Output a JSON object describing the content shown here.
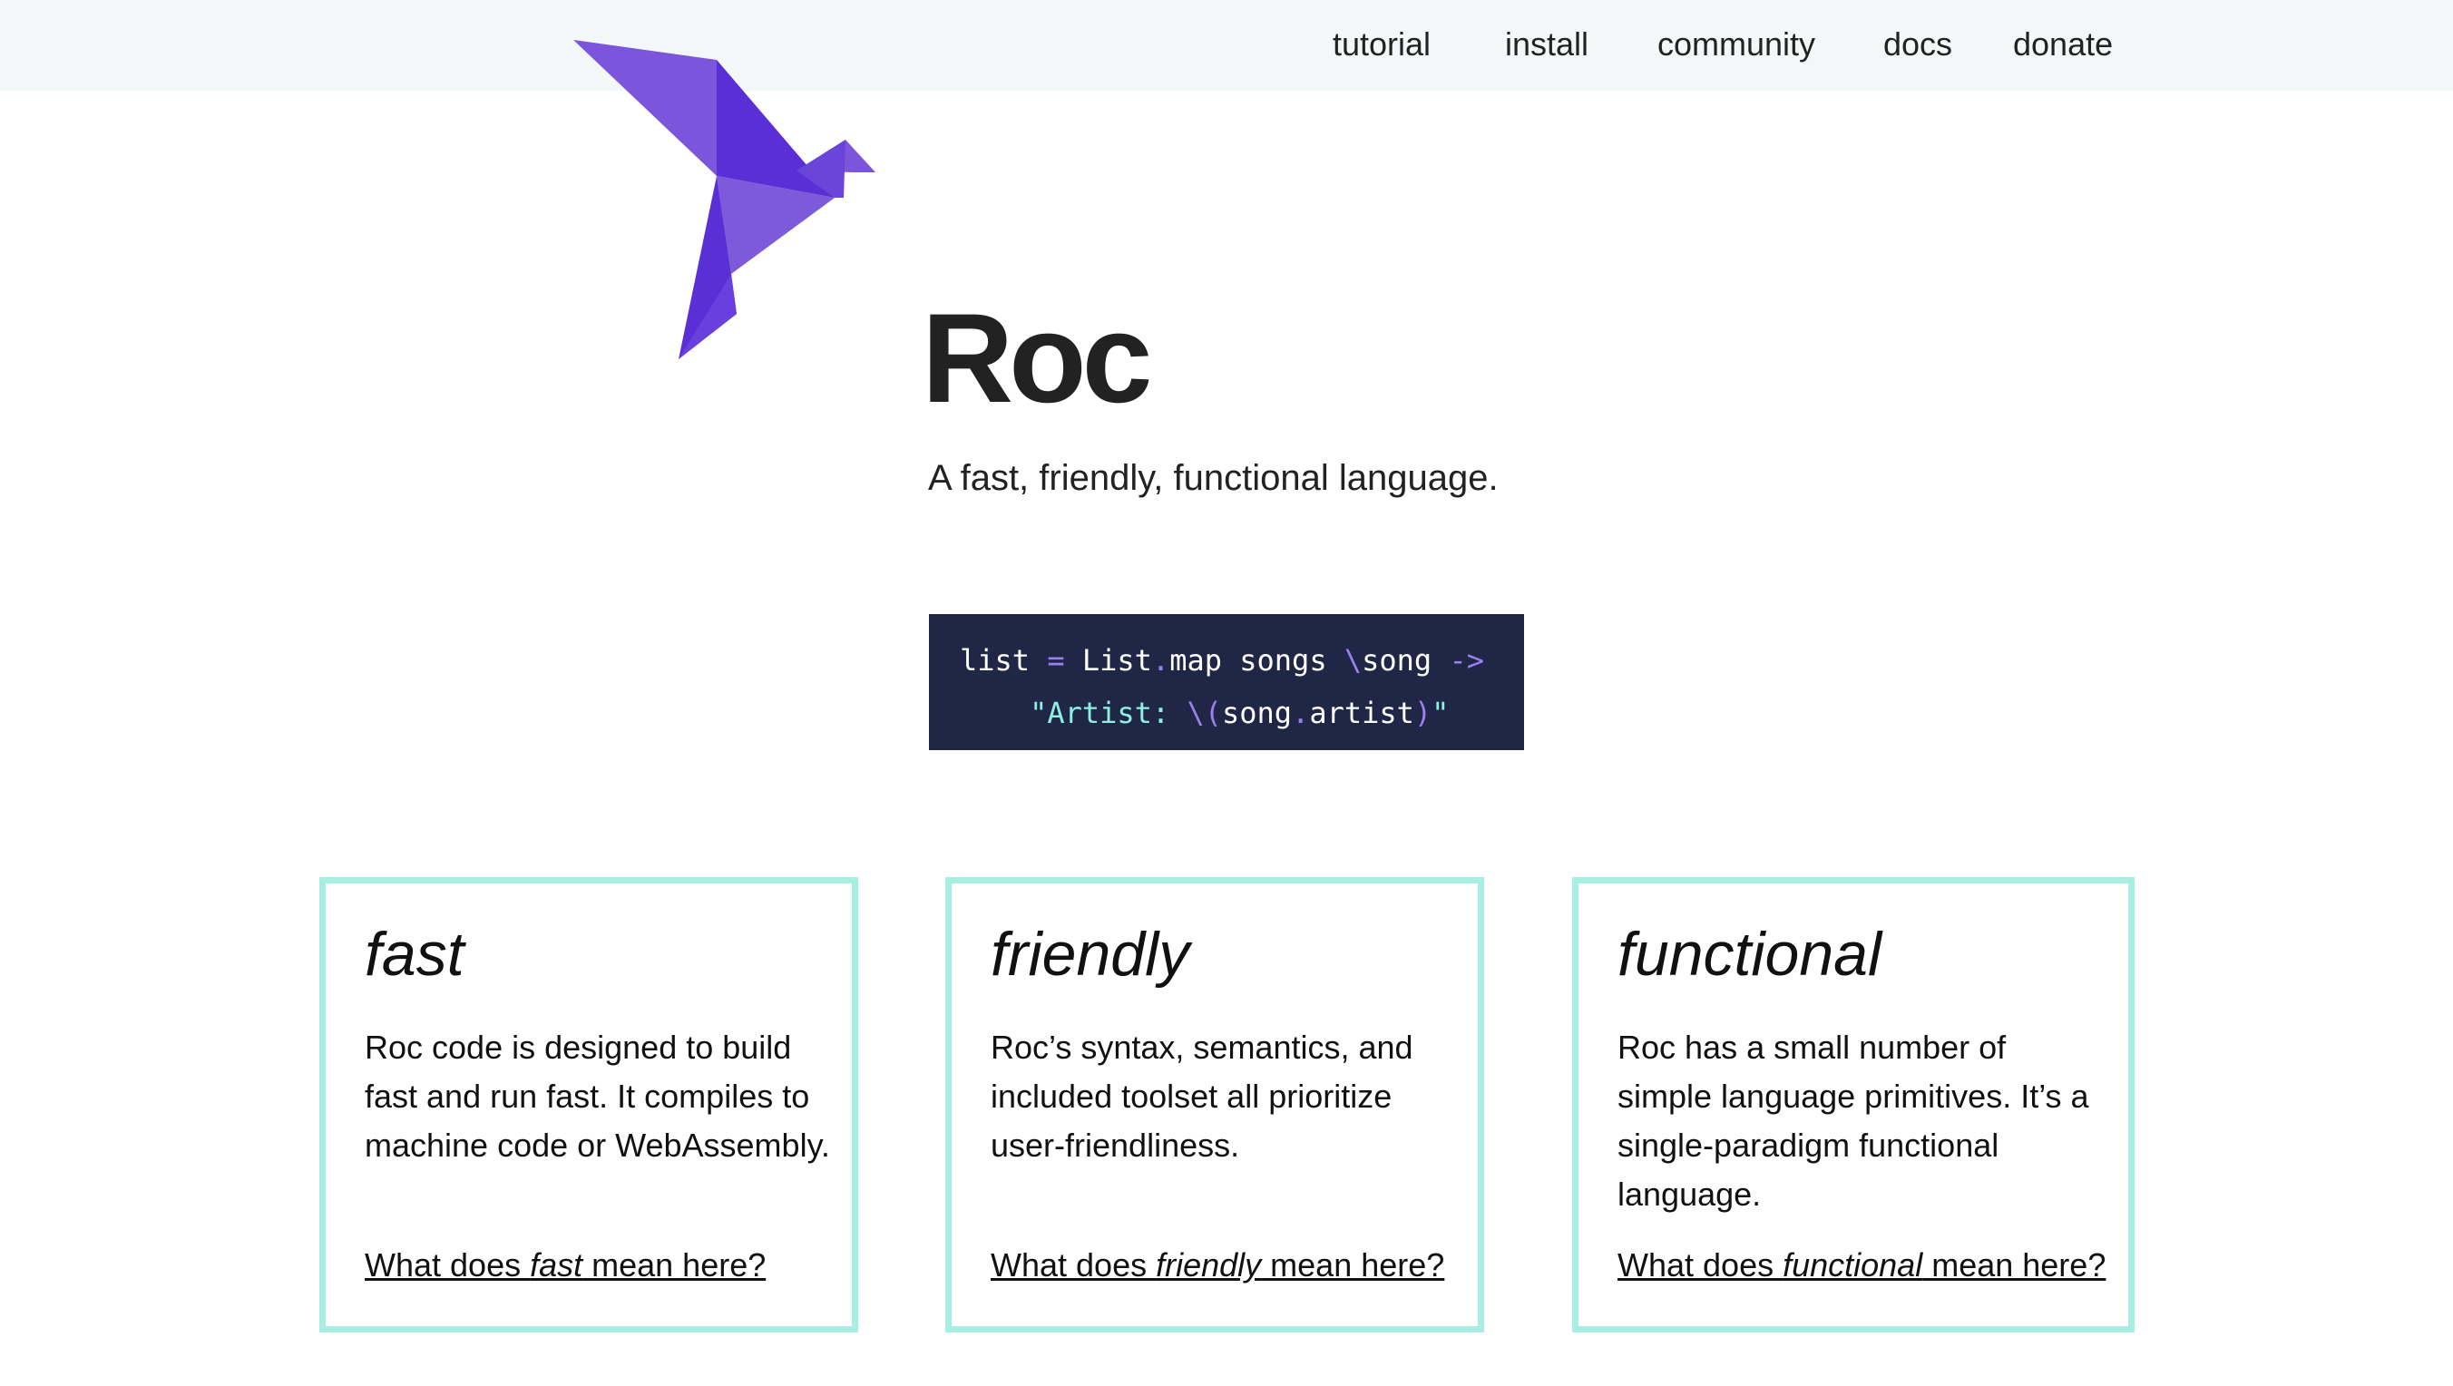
{
  "nav": {
    "items": [
      {
        "label": "tutorial"
      },
      {
        "label": "install"
      },
      {
        "label": "community"
      },
      {
        "label": "docs"
      },
      {
        "label": "donate"
      }
    ]
  },
  "hero": {
    "logo_icon": "roc-origami-bird-icon",
    "title": "Roc",
    "tagline": "A fast, friendly, functional language."
  },
  "code_sample": {
    "line1": {
      "name": "list",
      "eq": "=",
      "module": "List",
      "dot": ".",
      "fn": "map",
      "arg": "songs",
      "lambda": "\\",
      "param": "song",
      "arrow": "->"
    },
    "line2": {
      "str_open": "\"Artist: ",
      "interp_open": "\\(",
      "obj": "song",
      "dot": ".",
      "field": "artist",
      "interp_close": ")",
      "str_close": "\""
    }
  },
  "cards": [
    {
      "heading": "fast",
      "body": "Roc code is designed to build fast and run fast. It compiles to machine code or WebAssembly.",
      "link_prefix": "What does ",
      "link_emph": "fast",
      "link_suffix": " mean here?"
    },
    {
      "heading": "friendly",
      "body": "Roc’s syntax, semantics, and included toolset all prioritize user-friendliness.",
      "link_prefix": "What does ",
      "link_emph": "friendly",
      "link_suffix": " mean here?"
    },
    {
      "heading": "functional",
      "body": "Roc has a small number of simple language primitives. It’s a single-paradigm functional language.",
      "link_prefix": "What does ",
      "link_emph": "functional",
      "link_suffix": " mean here?"
    }
  ],
  "colors": {
    "topbar_bg": "#f4f7f8",
    "code_bg": "#202746",
    "card_border": "#a8efe3",
    "logo_purple": "#7c5cdc"
  }
}
